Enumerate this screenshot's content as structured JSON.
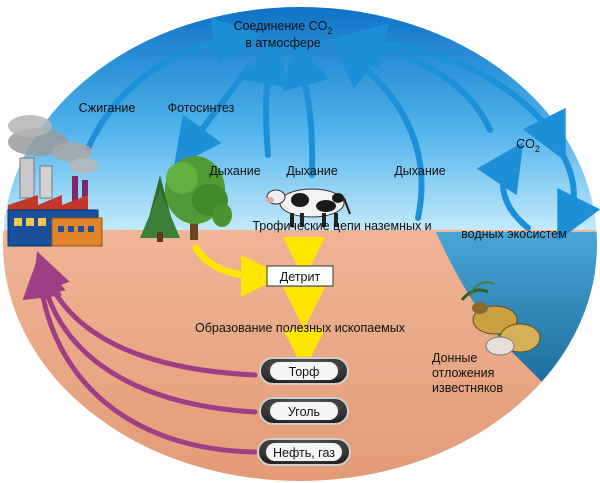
{
  "atmosphere": {
    "title_line1_prefix": "Соединение CO",
    "title_line1_sub": "2",
    "title_line2": "в атмосфере"
  },
  "labels": {
    "combustion": "Сжигание",
    "photosynthesis": "Фотосинтез",
    "respiration_plants": "Дыхание",
    "respiration_animals": "Дыхание",
    "respiration_soil": "Дыхание",
    "co2_prefix": "CO",
    "co2_sub": "2",
    "food_chains_land": "Трофические цепи наземных и",
    "food_chains_water": "водных экосистем",
    "detritus": "Детрит",
    "fossil_formation": "Образование полезных ископаемых",
    "sediments_line1": "Донные",
    "sediments_line2": "отложения",
    "sediments_line3": "известняков"
  },
  "fossils": [
    {
      "label": "Торф"
    },
    {
      "label": "Уголь"
    },
    {
      "label": "Нефть, газ"
    }
  ],
  "colors": {
    "sky_top": "#0b6fc4",
    "sky_bottom": "#bfe6fb",
    "soil": "#e9a583",
    "water": "#2c86b8",
    "blue_arrow": "#1d8fd8",
    "yellow_arrow": "#ffe600",
    "purple_arrow": "#9e3f86"
  },
  "icons": [
    "factory-icon",
    "tree-icon",
    "cow-icon",
    "snail-icon"
  ]
}
